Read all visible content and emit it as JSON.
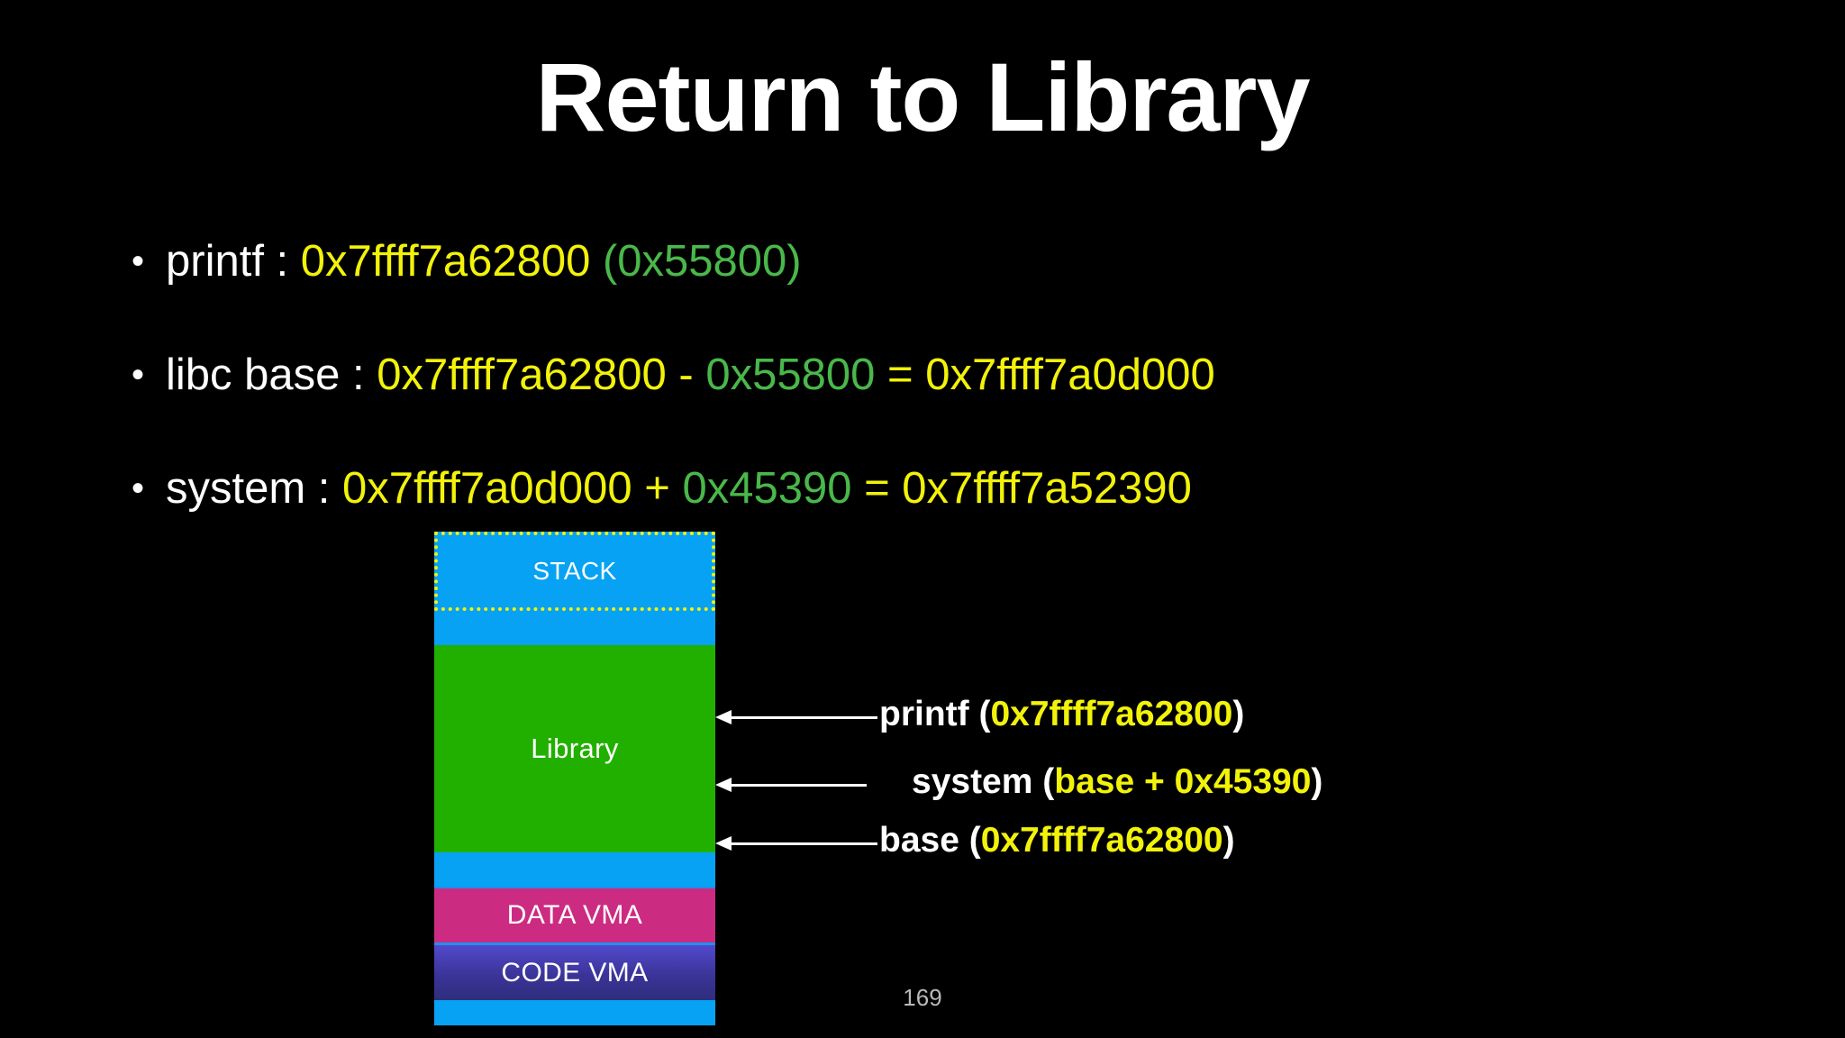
{
  "slide": {
    "title": "Return to Library",
    "page_number": "169",
    "background_color": "#000000"
  },
  "colors": {
    "yellow": "#F2F20A",
    "green": "#49B84A",
    "white": "#FFFFFF",
    "stack_blue": "#07A2F3",
    "library_green": "#22B000",
    "data_vma_pink": "#CC2B82",
    "code_vma_purple": "#4036A0"
  },
  "bullets": [
    {
      "marker": "•",
      "label": "printf : ",
      "tokens": [
        {
          "text": "0x7ffff7a62800",
          "color": "yellow"
        },
        {
          "text": " (",
          "color": "green"
        },
        {
          "text": "0x55800",
          "color": "green"
        },
        {
          "text": ")",
          "color": "green"
        }
      ],
      "plain": "printf : 0x7ffff7a62800 (0x55800)"
    },
    {
      "marker": "•",
      "label": "libc base : ",
      "tokens": [
        {
          "text": "0x7ffff7a62800",
          "color": "yellow"
        },
        {
          "text": " - ",
          "color": "yellow"
        },
        {
          "text": "0x55800",
          "color": "green"
        },
        {
          "text": " = ",
          "color": "yellow"
        },
        {
          "text": "0x7ffff7a0d000",
          "color": "yellow"
        }
      ],
      "plain": "libc base : 0x7ffff7a62800 - 0x55800 = 0x7ffff7a0d000"
    },
    {
      "marker": "•",
      "label": "system : ",
      "tokens": [
        {
          "text": "0x7ffff7a0d000",
          "color": "yellow"
        },
        {
          "text": " + ",
          "color": "yellow"
        },
        {
          "text": "0x45390",
          "color": "green"
        },
        {
          "text": " = ",
          "color": "yellow"
        },
        {
          "text": "0x7ffff7a52390",
          "color": "yellow"
        }
      ],
      "plain": "system : 0x7ffff7a0d000 + 0x45390 = 0x7ffff7a52390"
    }
  ],
  "memory_map": {
    "segments": [
      {
        "id": "stack",
        "label": "STACK",
        "color": "#07A2F3",
        "border": "dotted #F2F20A"
      },
      {
        "id": "blue-gap-1",
        "label": "",
        "color": "#07A2F3"
      },
      {
        "id": "library",
        "label": "Library",
        "color": "#22B000"
      },
      {
        "id": "blue-gap-2",
        "label": "",
        "color": "#07A2F3"
      },
      {
        "id": "data-vma",
        "label": "DATA VMA",
        "color": "#CC2B82"
      },
      {
        "id": "code-vma",
        "label": "CODE VMA",
        "color": "#4036A0"
      },
      {
        "id": "blue-gap-3",
        "label": "",
        "color": "#07A2F3"
      }
    ]
  },
  "annotations": [
    {
      "id": "printf",
      "prefix": "printf (",
      "value": "0x7ffff7a62800",
      "suffix": ")",
      "value_color": "yellow"
    },
    {
      "id": "system",
      "prefix": "system (",
      "value": "base + 0x45390",
      "suffix": ")",
      "value_color": "yellow"
    },
    {
      "id": "base",
      "prefix": "base (",
      "value": "0x7ffff7a62800",
      "suffix": ")",
      "value_color": "yellow"
    }
  ]
}
